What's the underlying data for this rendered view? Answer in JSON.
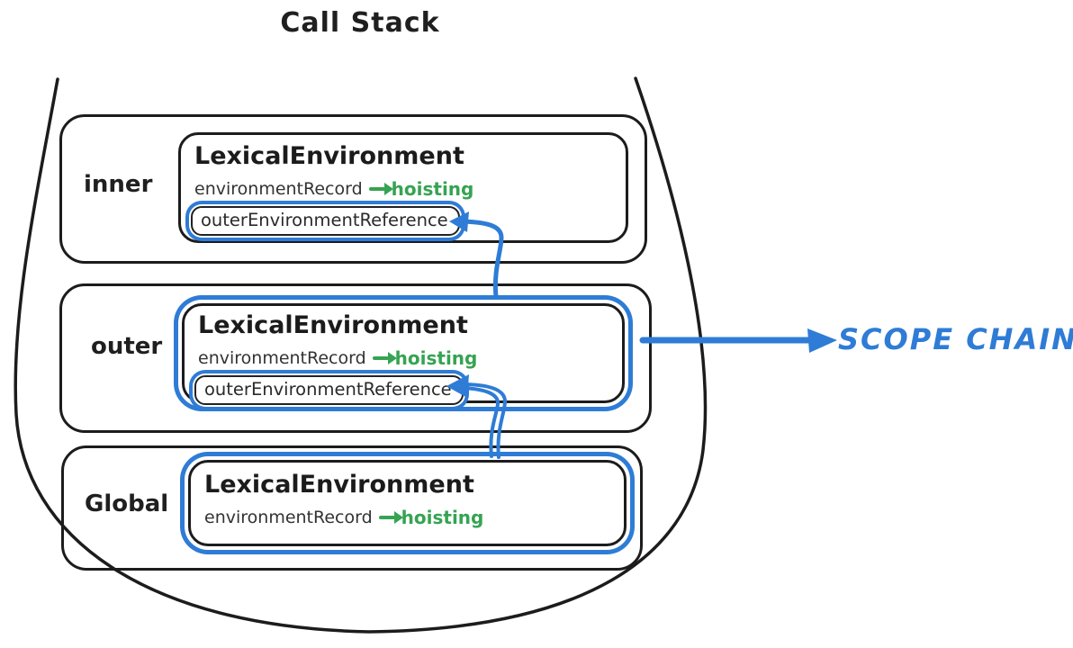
{
  "title": "Call Stack",
  "scope_chain": {
    "label": "SCOPE CHAIN"
  },
  "colors": {
    "ink": "#1c1c1c",
    "blue": "#2e7cd6",
    "green": "#36a352"
  },
  "frames": [
    {
      "label": "inner",
      "env_title": "LexicalEnvironment",
      "record_label": "environmentRecord",
      "record_value": "hoisting",
      "outer_ref": "outerEnvironmentReference"
    },
    {
      "label": "outer",
      "env_title": "LexicalEnvironment",
      "record_label": "environmentRecord",
      "record_value": "hoisting",
      "outer_ref": "outerEnvironmentReference"
    },
    {
      "label": "Global",
      "env_title": "LexicalEnvironment",
      "record_label": "environmentRecord",
      "record_value": "hoisting"
    }
  ]
}
